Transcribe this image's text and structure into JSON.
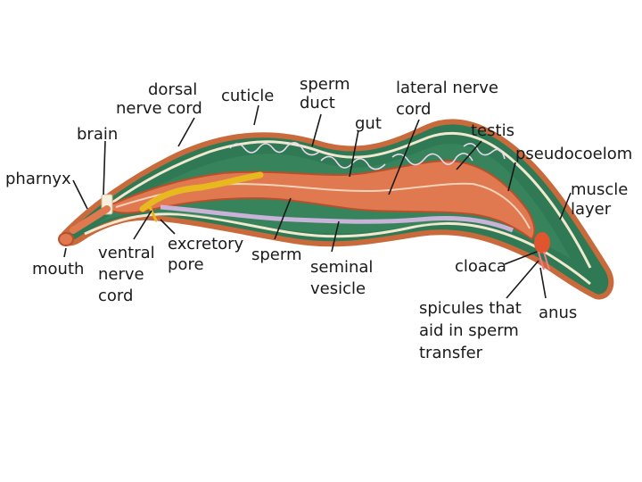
{
  "labels": {
    "dorsal_nerve_cord": [
      "dorsal",
      "nerve cord"
    ],
    "cuticle": [
      "cuticle"
    ],
    "sperm_duct": [
      "sperm",
      "duct"
    ],
    "lateral_nerve_cord": [
      "lateral nerve",
      "cord"
    ],
    "brain": [
      "brain"
    ],
    "gut": [
      "gut"
    ],
    "testis": [
      "testis"
    ],
    "pharnyx": [
      "pharnyx"
    ],
    "pseudocoelom": [
      "pseudocoelom"
    ],
    "muscle_layer": [
      "muscle",
      "layer"
    ],
    "mouth": [
      "mouth"
    ],
    "ventral_nerve_cord": [
      "ventral",
      "nerve",
      "cord"
    ],
    "excretory_pore": [
      "excretory",
      "pore"
    ],
    "sperm": [
      "sperm"
    ],
    "seminal_vesicle": [
      "seminal",
      "vesicle"
    ],
    "cloaca": [
      "cloaca"
    ],
    "anus": [
      "anus"
    ],
    "spicules": [
      "spicules that",
      "aid in sperm",
      "transfer"
    ]
  },
  "colors": {
    "body_outline": "#c96a3c",
    "body_fill": "#2f7a55",
    "inner_line": "#f2e8d0",
    "gut": "#e07850",
    "gut_edge": "#b94f2b",
    "excretory": "#e8b820",
    "seminal": "#d9b8e6",
    "testis_coil": "#e8d8ee",
    "spicules": "#f07a8a"
  }
}
